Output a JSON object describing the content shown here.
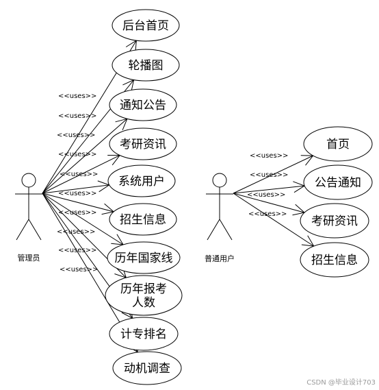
{
  "actors": [
    {
      "id": "admin",
      "label": "管理员"
    },
    {
      "id": "user",
      "label": "普通用户"
    }
  ],
  "use_cases": [
    {
      "id": "uc1",
      "actor": "admin",
      "lines": [
        "后台首页"
      ]
    },
    {
      "id": "uc2",
      "actor": "admin",
      "lines": [
        "轮播图"
      ]
    },
    {
      "id": "uc3",
      "actor": "admin",
      "lines": [
        "通知公告"
      ]
    },
    {
      "id": "uc4",
      "actor": "admin",
      "lines": [
        "考研资讯"
      ]
    },
    {
      "id": "uc5",
      "actor": "admin",
      "lines": [
        "系统用户"
      ]
    },
    {
      "id": "uc6",
      "actor": "admin",
      "lines": [
        "招生信息"
      ]
    },
    {
      "id": "uc7",
      "actor": "admin",
      "lines": [
        "历年国家线"
      ]
    },
    {
      "id": "uc8",
      "actor": "admin",
      "lines": [
        "历年报考",
        "人数"
      ]
    },
    {
      "id": "uc9",
      "actor": "admin",
      "lines": [
        "计专排名"
      ]
    },
    {
      "id": "uc10",
      "actor": "admin",
      "lines": [
        "动机调查"
      ]
    },
    {
      "id": "uc11",
      "actor": "user",
      "lines": [
        "首页"
      ]
    },
    {
      "id": "uc12",
      "actor": "user",
      "lines": [
        "公告通知"
      ]
    },
    {
      "id": "uc13",
      "actor": "user",
      "lines": [
        "考研资讯"
      ]
    },
    {
      "id": "uc14",
      "actor": "user",
      "lines": [
        "招生信息"
      ]
    }
  ],
  "relation_label": "<<uses>>",
  "watermark": "CSDN @毕业设计703"
}
